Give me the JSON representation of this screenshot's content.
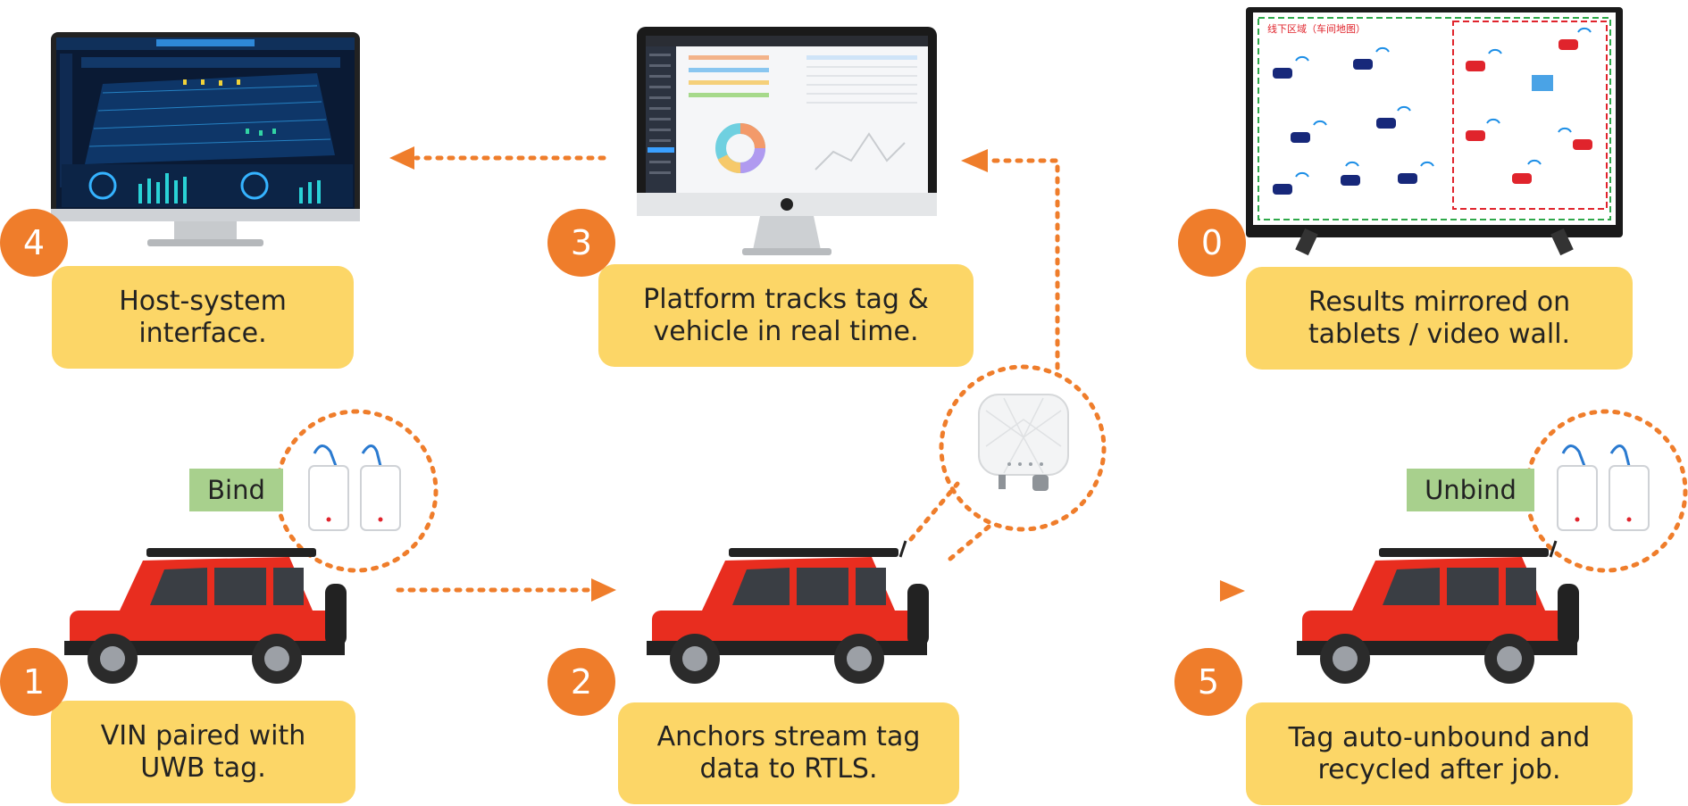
{
  "steps": {
    "s0": {
      "num": "0",
      "caption": "Results mirrored on\ntablets / video wall."
    },
    "s1": {
      "num": "1",
      "caption": "VIN paired with\nUWB tag."
    },
    "s2": {
      "num": "2",
      "caption": "Anchors stream tag\ndata to RTLS."
    },
    "s3": {
      "num": "3",
      "caption": "Platform tracks tag &\nvehicle in real time."
    },
    "s4": {
      "num": "4",
      "caption": "Host-system\ninterface."
    },
    "s5": {
      "num": "5",
      "caption": "Tag auto-unbound and\nrecycled after job."
    }
  },
  "tags": {
    "bind": "Bind",
    "unbind": "Unbind"
  },
  "tv": {
    "map_title": "线下区域（车间地图）"
  },
  "colors": {
    "badge": "#ef7d2b",
    "caption": "#fcd667",
    "tag": "#a8d08d",
    "arrow": "#ef7d2b",
    "car": "#e82d1f"
  }
}
